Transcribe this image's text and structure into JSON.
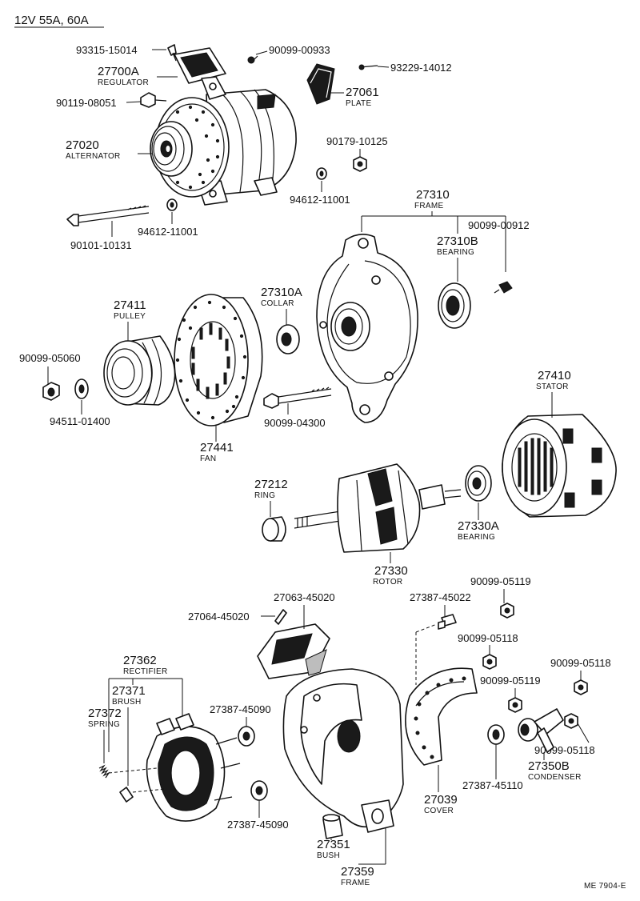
{
  "title": "12V 55A, 60A",
  "footer_code": "ME 7904-E",
  "parts": {
    "screw_93315": {
      "number": "93315-15014"
    },
    "screw_90099_00933": {
      "number": "90099-00933"
    },
    "regulator": {
      "number": "27700A",
      "name": "REGULATOR"
    },
    "screw_93229": {
      "number": "93229-14012"
    },
    "plate": {
      "number": "27061",
      "name": "PLATE"
    },
    "bolt_90119": {
      "number": "90119-08051"
    },
    "alternator": {
      "number": "27020",
      "name": "ALTERNATOR"
    },
    "nut_90179": {
      "number": "90179-10125"
    },
    "washer_94612_a": {
      "number": "94612-11001"
    },
    "bolt_90101": {
      "number": "90101-10131"
    },
    "washer_94612_b": {
      "number": "94612-11001"
    },
    "frame_front": {
      "number": "27310",
      "name": "FRAME"
    },
    "bearing_front": {
      "number": "27310B",
      "name": "BEARING"
    },
    "screw_90099_00912": {
      "number": "90099-00912"
    },
    "collar": {
      "number": "27310A",
      "name": "COLLAR"
    },
    "pulley": {
      "number": "27411",
      "name": "PULLEY"
    },
    "nut_90099_05060": {
      "number": "90099-05060"
    },
    "washer_94511": {
      "number": "94511-01400"
    },
    "bolt_90099_04300": {
      "number": "90099-04300"
    },
    "fan": {
      "number": "27441",
      "name": "FAN"
    },
    "stator": {
      "number": "27410",
      "name": "STATOR"
    },
    "ring": {
      "number": "27212",
      "name": "RING"
    },
    "bearing_rear": {
      "number": "27330A",
      "name": "BEARING"
    },
    "rotor": {
      "number": "27330",
      "name": "ROTOR"
    },
    "holder_27063": {
      "number": "27063-45020"
    },
    "pin_27064": {
      "number": "27064-45020"
    },
    "insulator_27387_45022": {
      "number": "27387-45022"
    },
    "nut_05119_a": {
      "number": "90099-05119"
    },
    "nut_05118_a": {
      "number": "90099-05118"
    },
    "nut_05118_b": {
      "number": "90099-05118"
    },
    "nut_05119_b": {
      "number": "90099-05119"
    },
    "nut_05118_c": {
      "number": "90099-05118"
    },
    "rectifier": {
      "number": "27362",
      "name": "RECTIFIER"
    },
    "brush": {
      "number": "27371",
      "name": "BRUSH"
    },
    "spring": {
      "number": "27372",
      "name": "SPRING"
    },
    "insulator_27387_45090_a": {
      "number": "27387-45090"
    },
    "insulator_27387_45090_b": {
      "number": "27387-45090"
    },
    "insulator_27387_45110": {
      "number": "27387-45110"
    },
    "condenser": {
      "number": "27350B",
      "name": "CONDENSER"
    },
    "cover": {
      "number": "27039",
      "name": "COVER"
    },
    "bush": {
      "number": "27351",
      "name": "BUSH"
    },
    "frame_rear": {
      "number": "27359",
      "name": "FRAME"
    }
  }
}
